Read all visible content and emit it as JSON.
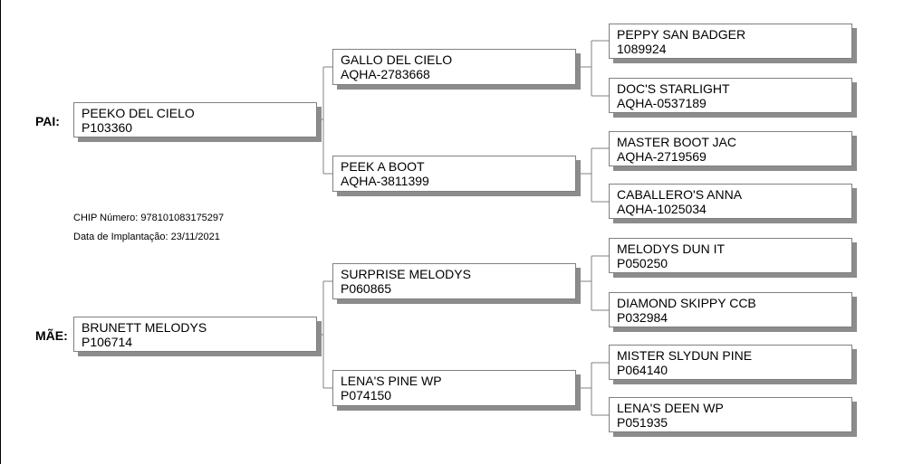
{
  "labels": {
    "sire": "PAI:",
    "dam": "MÃE:"
  },
  "chip": {
    "number_label": "CHIP Número:",
    "number": "978101083175297",
    "date_label": "Data de Implantação:",
    "date": "23/11/2021"
  },
  "sire": {
    "name": "PEEKO DEL CIELO",
    "reg": "P103360",
    "sire": {
      "name": "GALLO DEL CIELO",
      "reg": "AQHA-2783668",
      "sire": {
        "name": "PEPPY SAN BADGER",
        "reg": "1089924"
      },
      "dam": {
        "name": "DOC'S STARLIGHT",
        "reg": "AQHA-0537189"
      }
    },
    "dam": {
      "name": "PEEK A BOOT",
      "reg": "AQHA-3811399",
      "sire": {
        "name": "MASTER BOOT JAC",
        "reg": "AQHA-2719569"
      },
      "dam": {
        "name": "CABALLERO'S ANNA",
        "reg": "AQHA-1025034"
      }
    }
  },
  "dam": {
    "name": "BRUNETT MELODYS",
    "reg": "P106714",
    "sire": {
      "name": "SURPRISE MELODYS",
      "reg": "P060865",
      "sire": {
        "name": "MELODYS DUN IT",
        "reg": "P050250"
      },
      "dam": {
        "name": "DIAMOND SKIPPY CCB",
        "reg": "P032984"
      }
    },
    "dam": {
      "name": "LENA'S PINE WP",
      "reg": "P074150",
      "sire": {
        "name": "MISTER SLYDUN PINE",
        "reg": "P064140"
      },
      "dam": {
        "name": "LENA'S DEEN WP",
        "reg": "P051935"
      }
    }
  }
}
